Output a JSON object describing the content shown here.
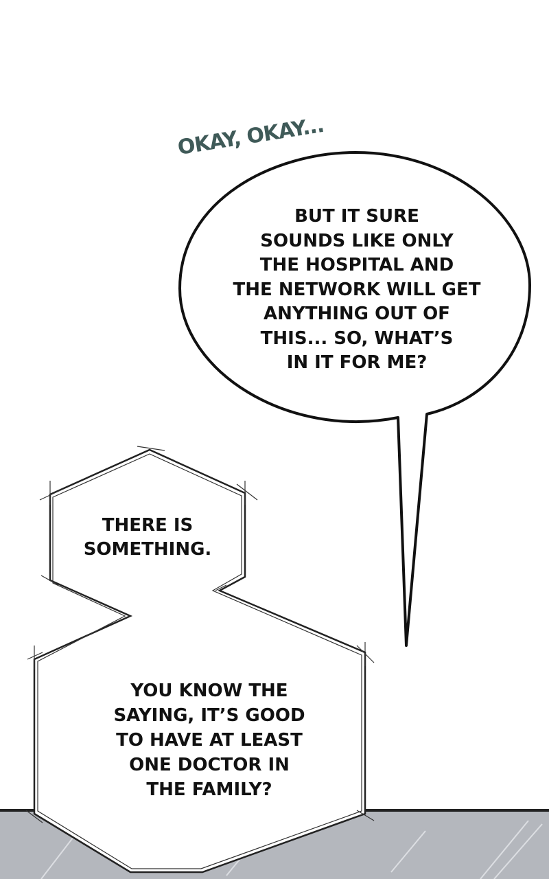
{
  "sfx": {
    "text": "OKAY, OKAY..."
  },
  "speech_bubble": {
    "text": "BUT IT SURE\nSOUNDS LIKE ONLY\nTHE HOSPITAL AND\nTHE NETWORK WILL GET\nANYTHING OUT OF\nTHIS... SO, WHAT’S\nIN IT FOR ME?"
  },
  "thought_bubble_top": {
    "text": "THERE IS\nSOMETHING."
  },
  "thought_bubble_bottom": {
    "text": "YOU KNOW THE\nSAYING, IT’S GOOD\nTO HAVE AT LEAST\nONE DOCTOR IN\nTHE FAMILY?"
  },
  "colors": {
    "background": "#ffffff",
    "ink": "#111111",
    "sfx": "#3f5a58",
    "floor": "#b4b7bd"
  }
}
